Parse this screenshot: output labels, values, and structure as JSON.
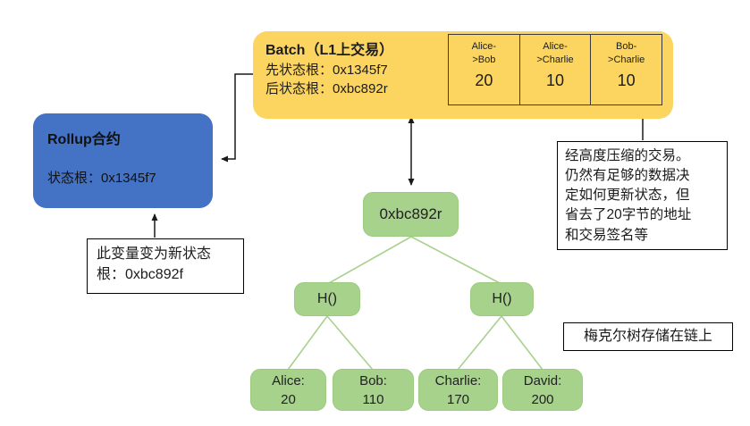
{
  "colors": {
    "batch_bg": "#FBD55F",
    "rollup_bg": "#4472C4",
    "node_bg": "#A6D28C",
    "tree_line": "#A9D18E",
    "table_border": "#3B3B3B",
    "arrow": "#1A1A1A"
  },
  "batch": {
    "title": "Batch（L1上交易）",
    "pre_state_line": "先状态根：0x1345f7",
    "post_state_line": "后状态根：0xbc892r",
    "transactions": [
      {
        "header": "Alice-\n>Bob",
        "amount": "20"
      },
      {
        "header": "Alice-\n>Charlie",
        "amount": "10"
      },
      {
        "header": "Bob-\n>Charlie",
        "amount": "10"
      }
    ]
  },
  "rollup_contract": {
    "title": "Rollup合约",
    "state_root_line": "状态根：0x1345f7"
  },
  "annotations": {
    "new_state_root": "此变量变为新状态\n根：0xbc892f",
    "compressed_tx": "经高度压缩的交易。\n仍然有足够的数据决\n定如何更新状态，但\n省去了20字节的地址\n和交易签名等",
    "merkle_on_chain": "梅克尔树存储在链上"
  },
  "merkle_tree": {
    "root_label": "0xbc892r",
    "hash_left": "H()",
    "hash_right": "H()",
    "leaves": [
      {
        "name": "Alice:",
        "value": "20"
      },
      {
        "name": "Bob:",
        "value": "110"
      },
      {
        "name": "Charlie:",
        "value": "170"
      },
      {
        "name": "David:",
        "value": "200"
      }
    ]
  }
}
